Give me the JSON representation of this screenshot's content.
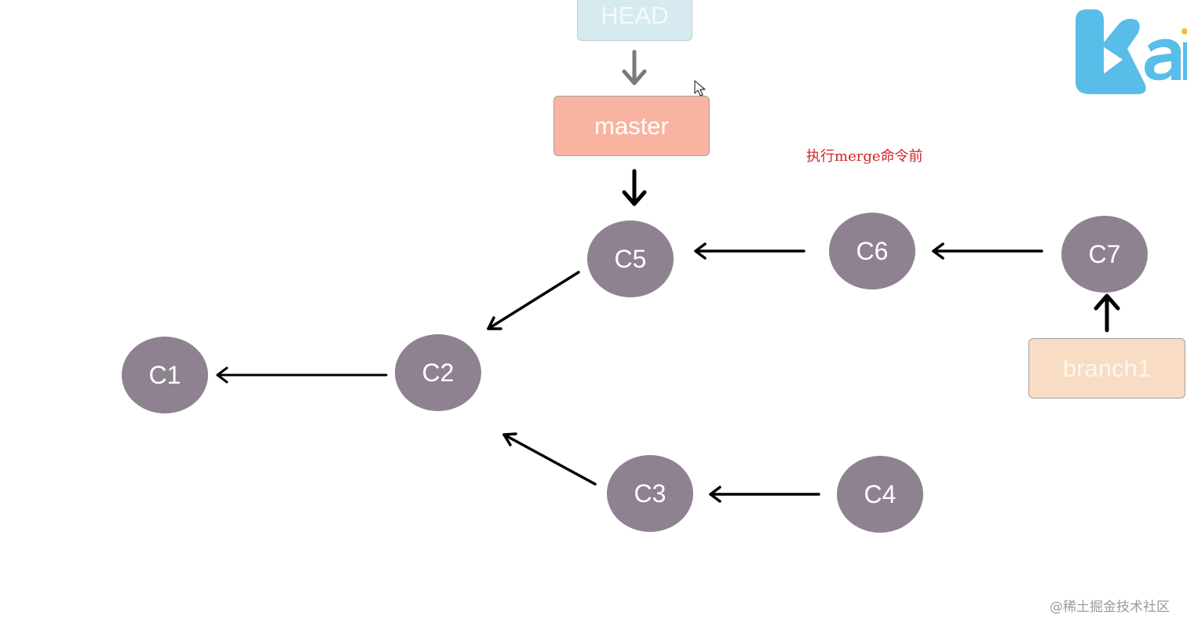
{
  "colors": {
    "head_bg": "#d7eaf0",
    "master_bg": "#f8b4a0",
    "branch_bg": "#f8dcc4",
    "commit_bg": "#8e8290",
    "arrow": "#000000",
    "head_arrow": "#7a7a7a",
    "note": "#d2232a",
    "watermark": "#9b9b9b",
    "logo": "#59bde9"
  },
  "pointers": {
    "head": "HEAD",
    "master": "master",
    "branch1": "branch1"
  },
  "commits": {
    "c1": "C1",
    "c2": "C2",
    "c3": "C3",
    "c4": "C4",
    "c5": "C5",
    "c6": "C6",
    "c7": "C7"
  },
  "note": "执行merge命令前",
  "watermark": "@稀土掘金技术社区",
  "icons": {
    "logo": "logo-icon",
    "cursor": "mouse-cursor-icon"
  }
}
